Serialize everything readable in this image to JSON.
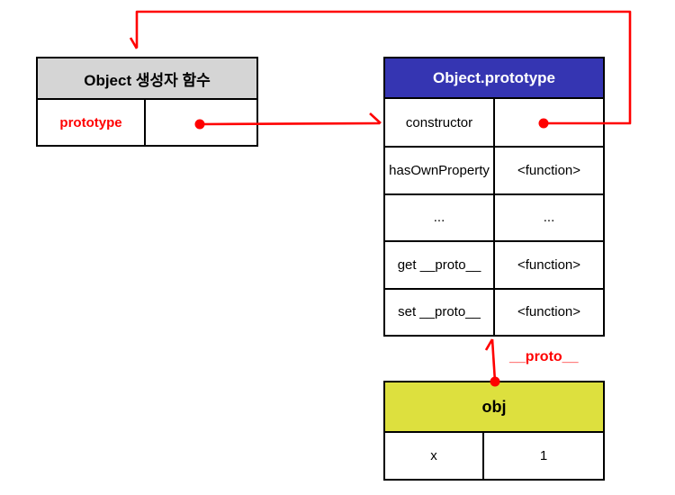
{
  "diagram": {
    "constructor_box": {
      "title": "Object 생성자 함수",
      "rows": [
        {
          "key": "prototype",
          "value": ""
        }
      ]
    },
    "prototype_box": {
      "title": "Object.prototype",
      "rows": [
        {
          "key": "constructor",
          "value": ""
        },
        {
          "key": "hasOwnProperty",
          "value": "<function>"
        },
        {
          "key": "...",
          "value": "..."
        },
        {
          "key": "get __proto__",
          "value": "<function>"
        },
        {
          "key": "set __proto__",
          "value": "<function>"
        }
      ]
    },
    "obj_box": {
      "title": "obj",
      "rows": [
        {
          "key": "x",
          "value": "1"
        }
      ]
    },
    "labels": {
      "proto_edge": "__proto__"
    },
    "colors": {
      "arrow_red": "#ff0000",
      "prototype_header_bg": "#3535b2",
      "prototype_header_text": "#ffffff",
      "constructor_header_bg": "#d5d5d5",
      "obj_header_bg": "#dde03e",
      "border": "#000000"
    }
  }
}
